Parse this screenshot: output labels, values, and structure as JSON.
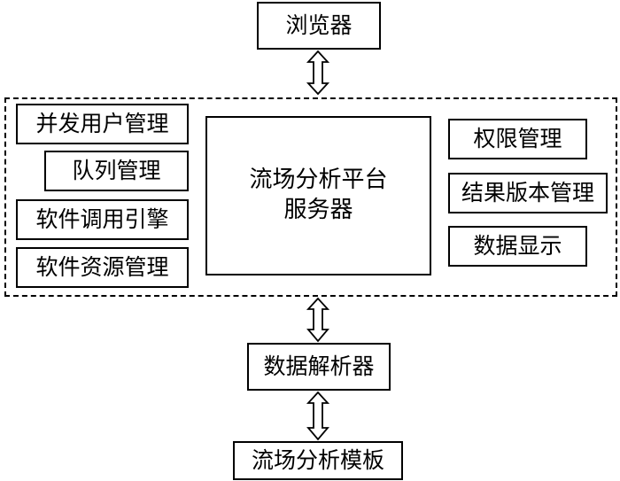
{
  "nodes": {
    "browser": "浏览器",
    "concurrent_user_mgmt": "并发用户管理",
    "queue_mgmt": "队列管理",
    "software_call_engine": "软件调用引擎",
    "software_resource_mgmt": "软件资源管理",
    "platform_server": "流场分析平台\n服务器",
    "permission_mgmt": "权限管理",
    "result_version_mgmt": "结果版本管理",
    "data_display": "数据显示",
    "data_parser": "数据解析器",
    "flow_template": "流场分析模板"
  },
  "connections": [
    {
      "from": "browser",
      "to": "platform_group",
      "style": "double-arrow"
    },
    {
      "from": "platform_group",
      "to": "data_parser",
      "style": "double-arrow"
    },
    {
      "from": "data_parser",
      "to": "flow_template",
      "style": "double-arrow"
    }
  ]
}
